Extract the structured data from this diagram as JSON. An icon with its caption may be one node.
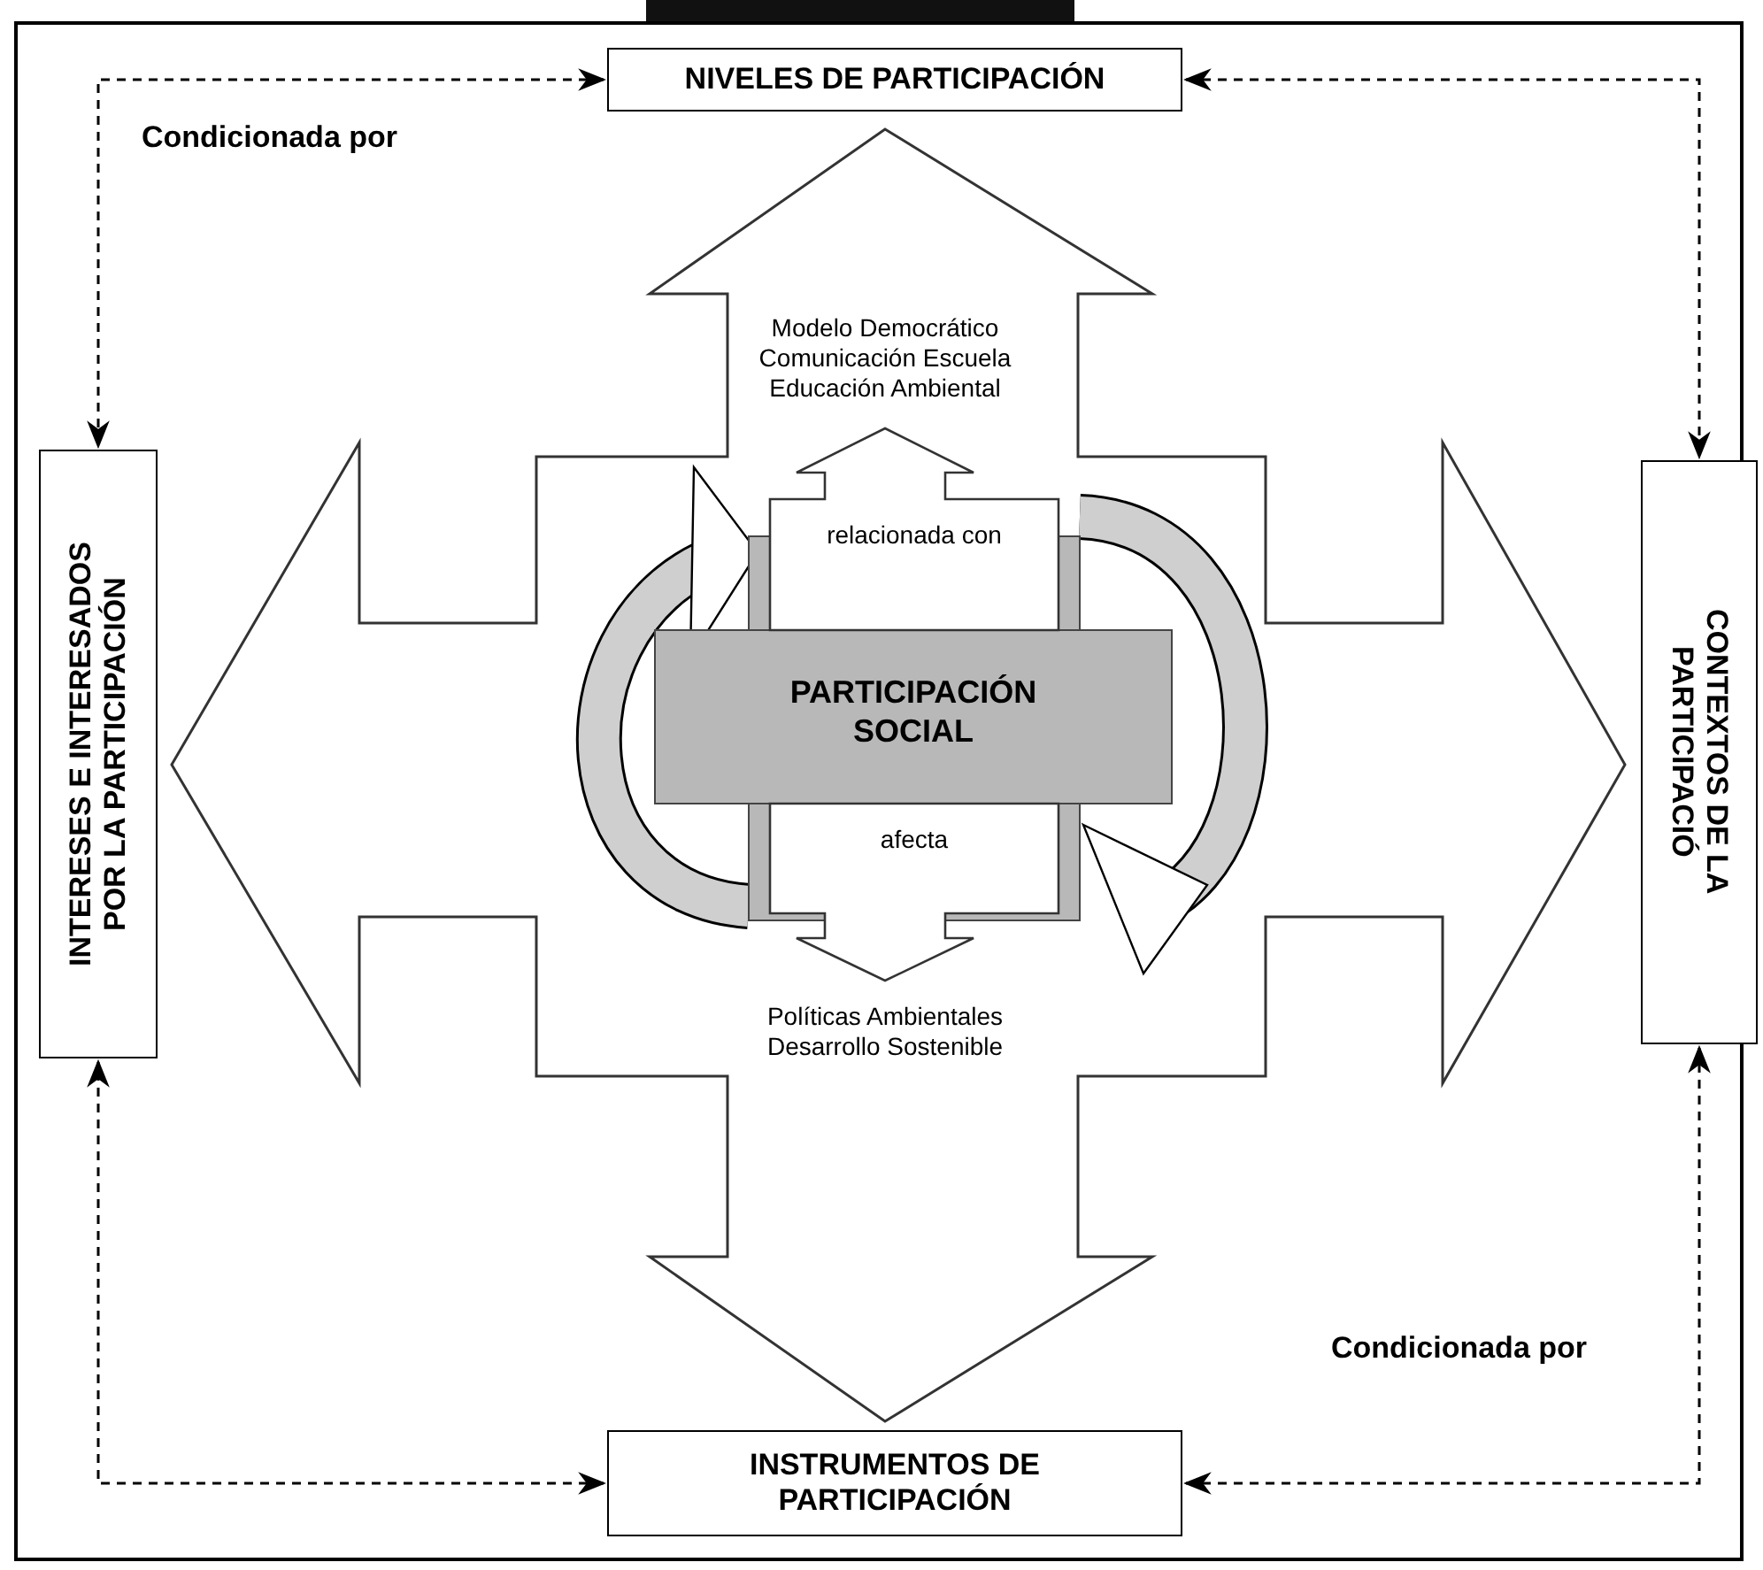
{
  "diagram": {
    "nodes": [
      {
        "text": [
          "NIVELES DE PARTICIPACIÓN"
        ]
      },
      {
        "text": [
          "INTERESES E INTERESADOS POR LA PARTICIPACIÓN"
        ]
      },
      {
        "text": [
          "CONTEXTOS DE LA PARTICIPACIÓ"
        ]
      },
      {
        "text": [
          "INSTRUMENTOS DE PARTICIPACIÓN"
        ]
      },
      {
        "text": [
          "Modelo Democrático Comunicación Escuela Educación Ambiental",
          "Políticas Ambientales Desarrollo Sostenible"
        ]
      },
      {
        "text": [
          "PARTICIPACIÓN SOCIAL"
        ],
        "in": 4
      },
      {
        "text": [
          "relacionada con"
        ],
        "in": 4
      },
      {
        "text": [
          "afecta"
        ],
        "in": 4
      }
    ],
    "edges": [
      {
        "from": 0,
        "to": 1,
        "arrow": "both",
        "style": "dashed"
      },
      {
        "from": 0,
        "to": 2,
        "arrow": "both",
        "style": "dashed"
      },
      {
        "from": 3,
        "to": 1,
        "arrow": "both",
        "style": "dashed"
      },
      {
        "from": 3,
        "to": 2,
        "arrow": "both",
        "style": "dashed"
      }
    ],
    "labels": [
      "Condicionada por",
      "Condicionada por"
    ]
  }
}
